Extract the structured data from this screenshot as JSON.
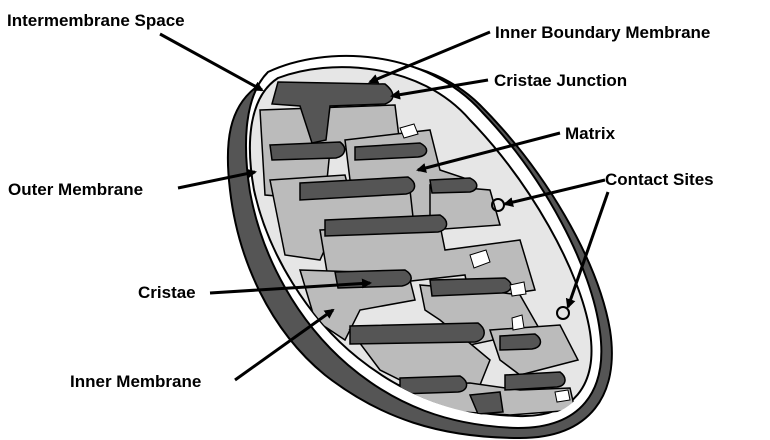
{
  "diagram": {
    "labels": {
      "intermembrane_space": "Intermembrane Space",
      "inner_boundary_membrane": "Inner Boundary Membrane",
      "cristae_junction": "Cristae Junction",
      "matrix": "Matrix",
      "outer_membrane": "Outer Membrane",
      "contact_sites": "Contact Sites",
      "cristae": "Cristae",
      "inner_membrane": "Inner Membrane"
    },
    "colors": {
      "outer_membrane": "#555555",
      "intermembrane_space": "#ffffff",
      "inner_membrane": "#e6e6e6",
      "matrix": "#bbbbbb",
      "cristae": "#555555",
      "outline": "#000000"
    }
  }
}
